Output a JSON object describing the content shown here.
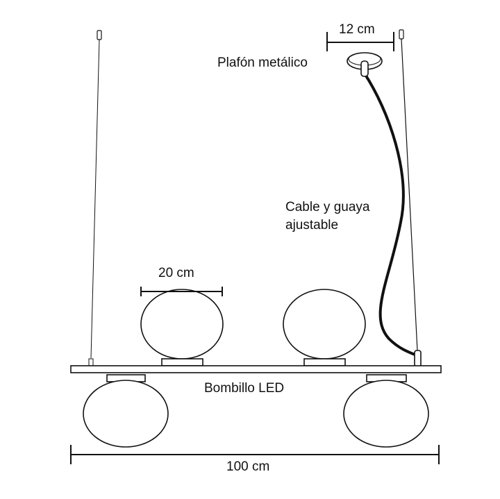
{
  "labels": {
    "canopy": "Plafón metálico",
    "canopy_width": "12 cm",
    "cable": [
      "Cable y guaya",
      "ajustable"
    ],
    "globe_width": "20 cm",
    "bulb": "Bombillo LED",
    "total_width": "100 cm"
  },
  "colors": {
    "line": "#111111",
    "background": "#ffffff"
  }
}
